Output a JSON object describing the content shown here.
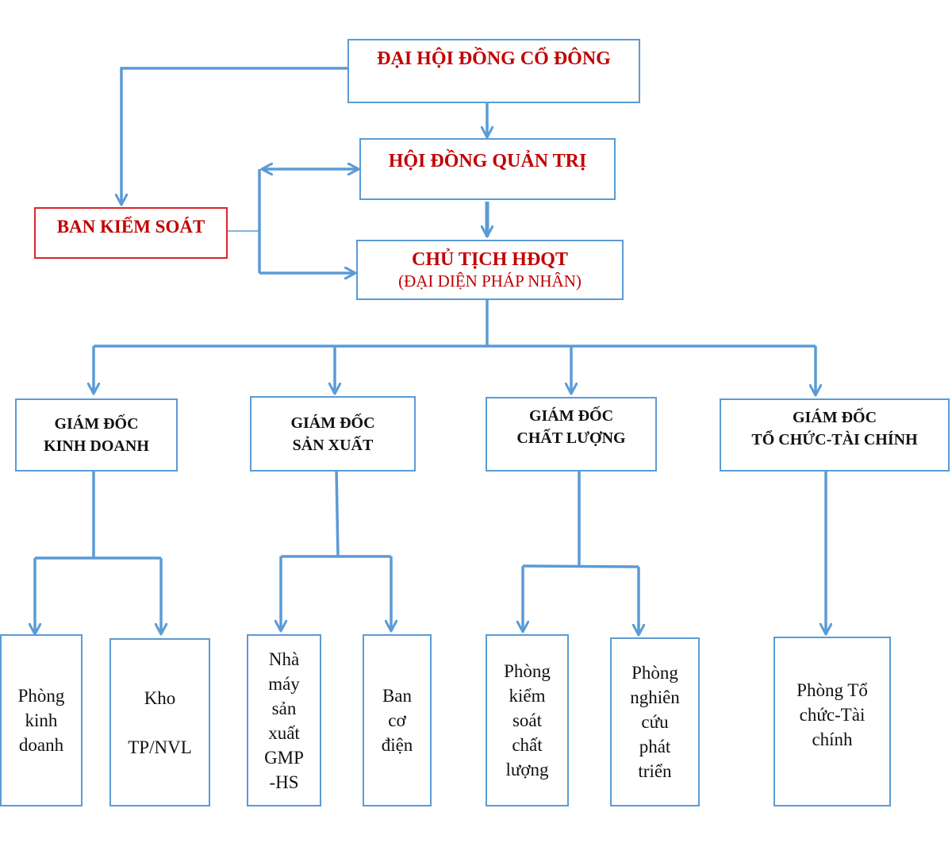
{
  "colors": {
    "line": "#5B9BD5",
    "box_border": "#5B9BD5",
    "control_border": "#D9262C",
    "top_text": "#C00000",
    "text": "#111111"
  },
  "top": {
    "shareholders": "ĐẠI HỘI ĐỒNG CỔ ĐÔNG",
    "board": "HỘI ĐỒNG QUẢN TRỊ",
    "supervisory": "BAN KIỂM SOÁT",
    "chairman": "CHỦ TỊCH HĐQT",
    "chairman_sub": "(ĐẠI DIỆN PHÁP NHÂN)"
  },
  "directors": [
    {
      "line1": "GIÁM ĐỐC",
      "line2": "KINH DOANH"
    },
    {
      "line1": "GIÁM ĐỐC",
      "line2": "SẢN XUẤT"
    },
    {
      "line1": "GIÁM ĐỐC",
      "line2": "CHẤT LƯỢNG"
    },
    {
      "line1": "GIÁM ĐỐC",
      "line2": "TỔ CHỨC-TÀI CHÍNH"
    }
  ],
  "departments": [
    "Phòng\nkinh\ndoanh",
    "Kho\n\nTP/NVL",
    "Nhà\nmáy\nsản\nxuất\nGMP\n-HS",
    "Ban\ncơ\nđiện",
    "Phòng\nkiểm\nsoát\nchất\nlượng",
    "Phòng\nnghiên\ncứu\nphát\ntriển",
    "Phòng Tổ\nchức-Tài\nchính"
  ]
}
